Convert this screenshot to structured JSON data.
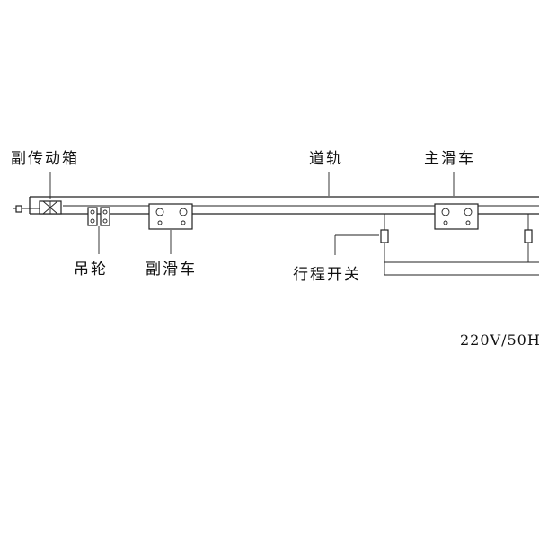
{
  "labels": {
    "secondary_gearbox": "副传动箱",
    "rail": "道轨",
    "main_carriage": "主滑车",
    "hanging_wheel": "吊轮",
    "secondary_carriage": "副滑车",
    "limit_switch": "行程开关",
    "power_supply": "220V/50H"
  }
}
